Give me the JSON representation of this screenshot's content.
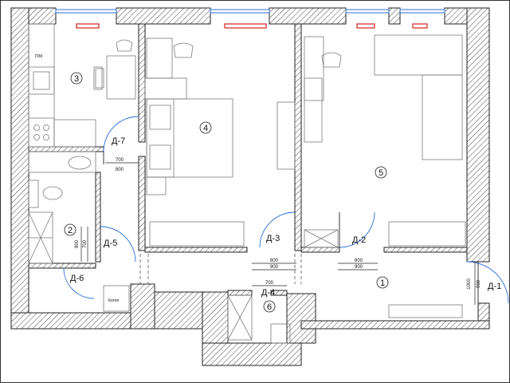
{
  "rooms": [
    {
      "num": "1"
    },
    {
      "num": "2"
    },
    {
      "num": "3"
    },
    {
      "num": "4"
    },
    {
      "num": "5"
    },
    {
      "num": "6"
    }
  ],
  "doors": [
    {
      "label": "Д-1"
    },
    {
      "label": "Д-2"
    },
    {
      "label": "Д-3"
    },
    {
      "label": "Д-4"
    },
    {
      "label": "Д-5"
    },
    {
      "label": "Д-6"
    },
    {
      "label": "Д-7"
    }
  ],
  "dimensions": {
    "d7_top": "700",
    "d7_bottom": "800",
    "d3_top": "800",
    "d3_bottom": "900",
    "d2_top": "800",
    "d2_bottom": "900",
    "d4_top": "700",
    "d1_outer": "1000",
    "d1_inner": "900",
    "d5_outer": "800",
    "d5_inner": "700"
  },
  "fixtures": {
    "kitchen_tag": "П/М",
    "boiler_tag": "Котел"
  },
  "colors": {
    "wall": "#222222",
    "window_frame": "#2a6fd6",
    "radiator": "#d42020",
    "furniture": "#7a7a7a"
  }
}
